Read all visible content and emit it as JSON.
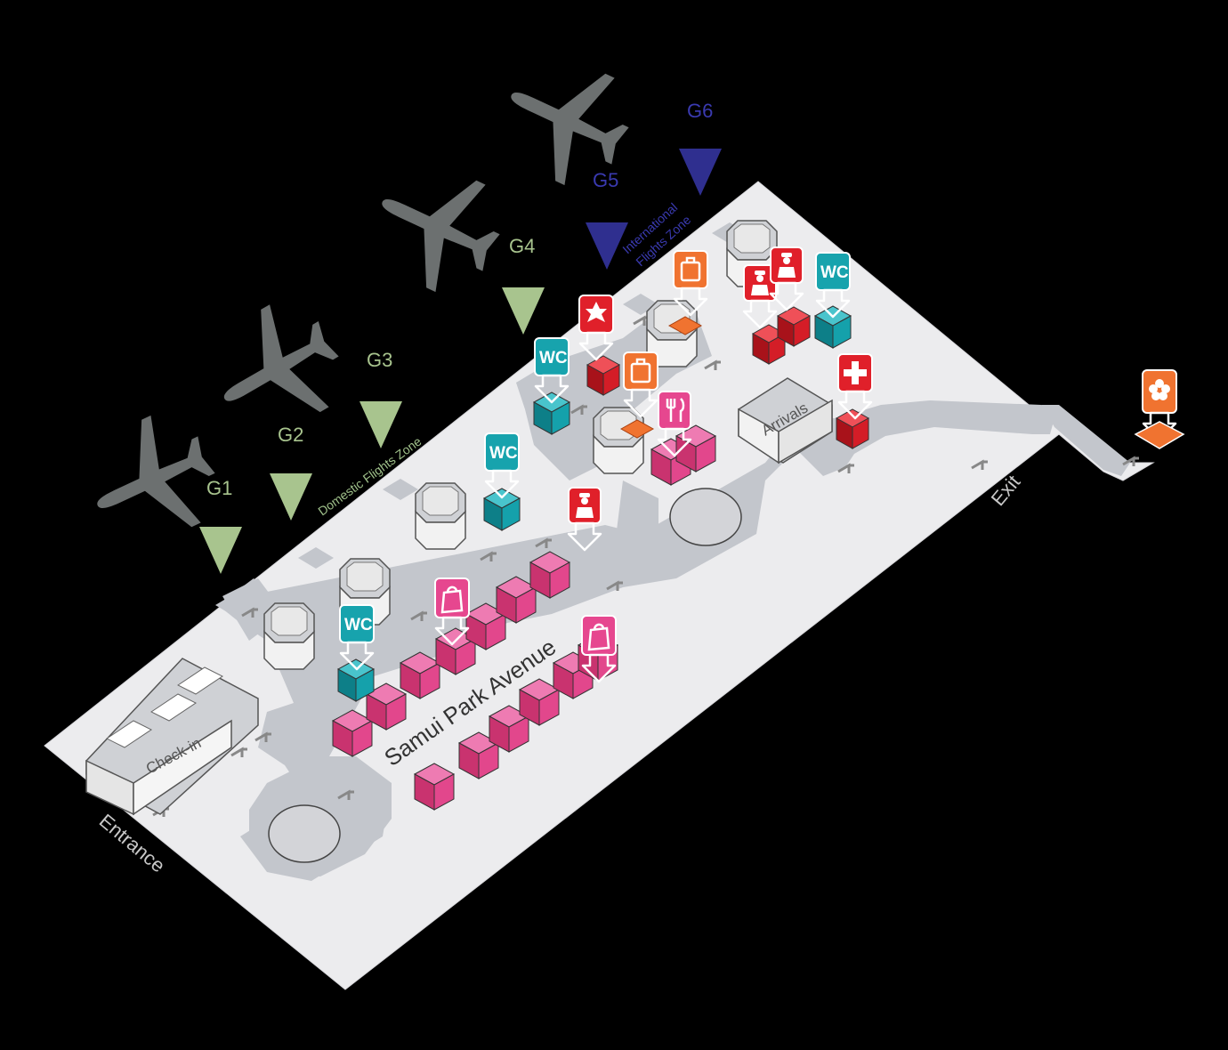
{
  "map": {
    "gates": {
      "g1": "G1",
      "g2": "G2",
      "g3": "G3",
      "g4": "G4",
      "g5": "G5",
      "g6": "G6"
    },
    "zones": {
      "domestic": "Domestic Flights Zone",
      "international_line1": "International",
      "international_line2": "Flights Zone"
    },
    "areas": {
      "check_in": "Check-in",
      "arrivals": "Arrivals",
      "entrance": "Entrance",
      "exit": "Exit",
      "street": "Samui Park Avenue"
    },
    "wc_label": "WC",
    "colors": {
      "domestic_gate": "#a8c48e",
      "international_gate": "#2f2f8f",
      "wc_marker": "#17a3ad",
      "security_marker": "#e0202a",
      "baggage_marker": "#f07330",
      "shop_marker": "#e6478f",
      "food_marker": "#e6478f",
      "info_marker": "#f07330",
      "floor": "#ececee",
      "corridor": "#c3c6cc",
      "plane": "#6c7070"
    },
    "icons": [
      "plane-icon",
      "wc-icon",
      "police-star-icon",
      "baggage-icon",
      "food-icon",
      "shopping-bag-icon",
      "medical-cross-icon",
      "security-officer-icon",
      "flower-info-icon"
    ]
  }
}
